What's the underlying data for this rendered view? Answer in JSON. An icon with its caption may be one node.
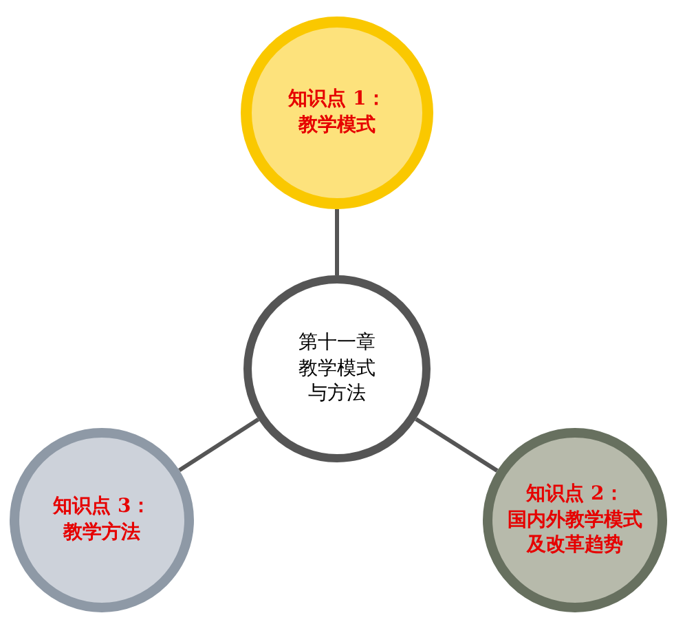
{
  "diagram": {
    "nodes": [
      {
        "text": [
          "知识点 1：",
          "教学模式"
        ]
      },
      {
        "text": [
          "第十一章",
          "教学模式与方法"
        ]
      },
      {
        "text": [
          "知识点 3：",
          "教学方法"
        ]
      },
      {
        "text": [
          "知识点 2：",
          "国内外教学模式及改革趋势"
        ]
      }
    ],
    "edges": [
      {
        "from": 1,
        "to": 0,
        "arrow": "none"
      },
      {
        "from": 1,
        "to": 2,
        "arrow": "none"
      },
      {
        "from": 1,
        "to": 3,
        "arrow": "none"
      }
    ]
  }
}
